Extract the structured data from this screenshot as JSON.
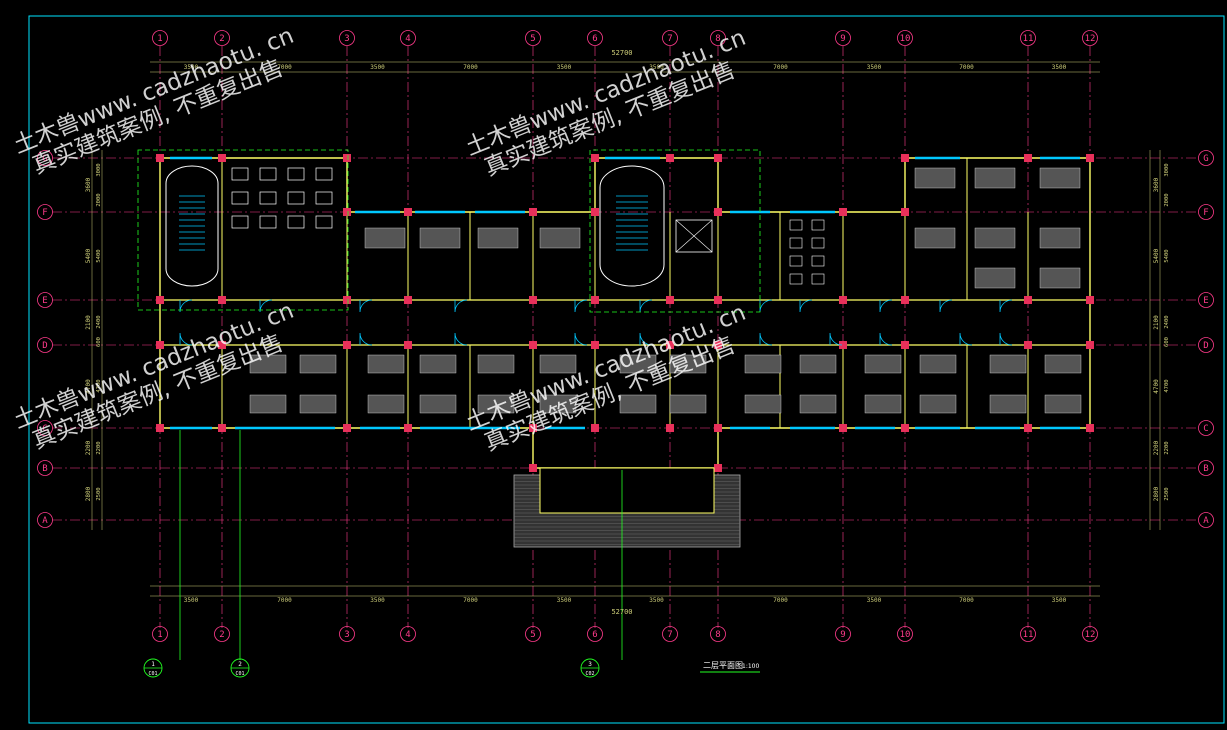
{
  "colors": {
    "background": "#000000",
    "frame": "#00e5ff",
    "axis_line": "#ff3b8b",
    "wall": "#ffff66",
    "column": "#e8305a",
    "window": "#00c8ff",
    "dimension": "#cfcf7a",
    "annotation": "#22ff22",
    "furniture": "#e0e0e0"
  },
  "top_axes": [
    "1",
    "2",
    "3",
    "4",
    "5",
    "6",
    "7",
    "8",
    "9",
    "10",
    "11",
    "12"
  ],
  "side_axes": [
    "G",
    "F",
    "E",
    "D",
    "C",
    "B",
    "A"
  ],
  "overall_dimension": "52700",
  "top_segments": [
    "3500",
    "7000",
    "3500",
    "7000",
    "3500",
    "3500",
    "7000",
    "3500",
    "7000",
    "3500"
  ],
  "bottom_segments": [
    "3500",
    "7000",
    "3500",
    "7000",
    "3500",
    "3500",
    "7000",
    "3500",
    "7000",
    "3500"
  ],
  "side_dims_outer": [
    "3600",
    "5400",
    "2100",
    "4700",
    "2200",
    "2800"
  ],
  "side_dims_inner": [
    "3000",
    "2000",
    "5400",
    "2400",
    "600",
    "4700",
    "2200",
    "2500"
  ],
  "drawing_title": "二层平面图",
  "drawing_scale": "1:100",
  "detail_markers": [
    {
      "num": "1",
      "sheet": "C01"
    },
    {
      "num": "2",
      "sheet": "C01"
    },
    {
      "num": "3",
      "sheet": "C02"
    }
  ],
  "watermark": {
    "line1": "土木兽www. cadzhaotu. cn",
    "line2": "真实建筑案例, 不重复出售"
  }
}
